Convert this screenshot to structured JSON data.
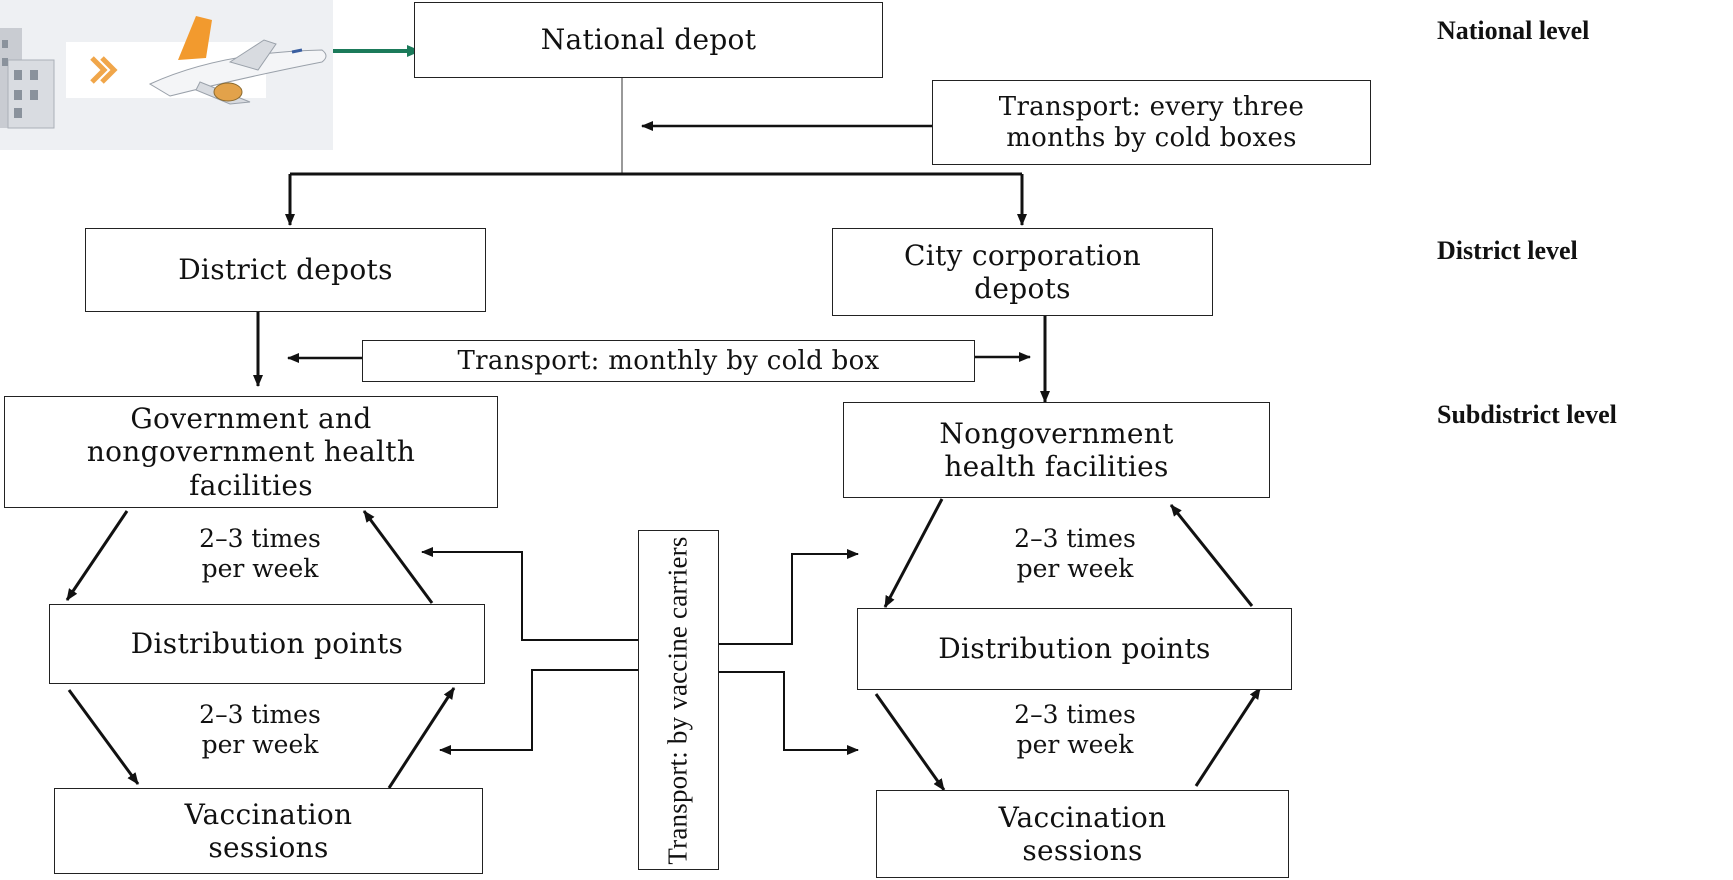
{
  "levels": {
    "national": "National level",
    "district": "District level",
    "subdistrict": "Subdistrict level"
  },
  "boxes": {
    "national_depot": "National depot",
    "district_depots": "District depots",
    "city_corporation_depots": "City corporation\ndepots",
    "gov_nongov_facilities": "Government and\nnongovernment health\nfacilities",
    "nongov_facilities": "Nongovernment\nhealth facilities",
    "left_distribution_points": "Distribution points",
    "right_distribution_points": "Distribution points",
    "left_vaccination_sessions": "Vaccination\nsessions",
    "right_vaccination_sessions": "Vaccination\nsessions"
  },
  "transport": {
    "national_to_district": "Transport: every three\nmonths by cold boxes",
    "district_to_subdistrict": "Transport: monthly by cold box",
    "vaccine_carriers": "Transport: by vaccine carriers"
  },
  "frequencies": {
    "left_upper": "2–3 times\nper week",
    "left_lower": "2–3 times\nper week",
    "right_upper": "2–3 times\nper week",
    "right_lower": "2–3 times\nper week"
  },
  "illustration": {
    "icons": [
      "warehouse-icon",
      "chevron-right-icon",
      "airplane-icon"
    ],
    "accent_color": "#1b7a5a"
  }
}
